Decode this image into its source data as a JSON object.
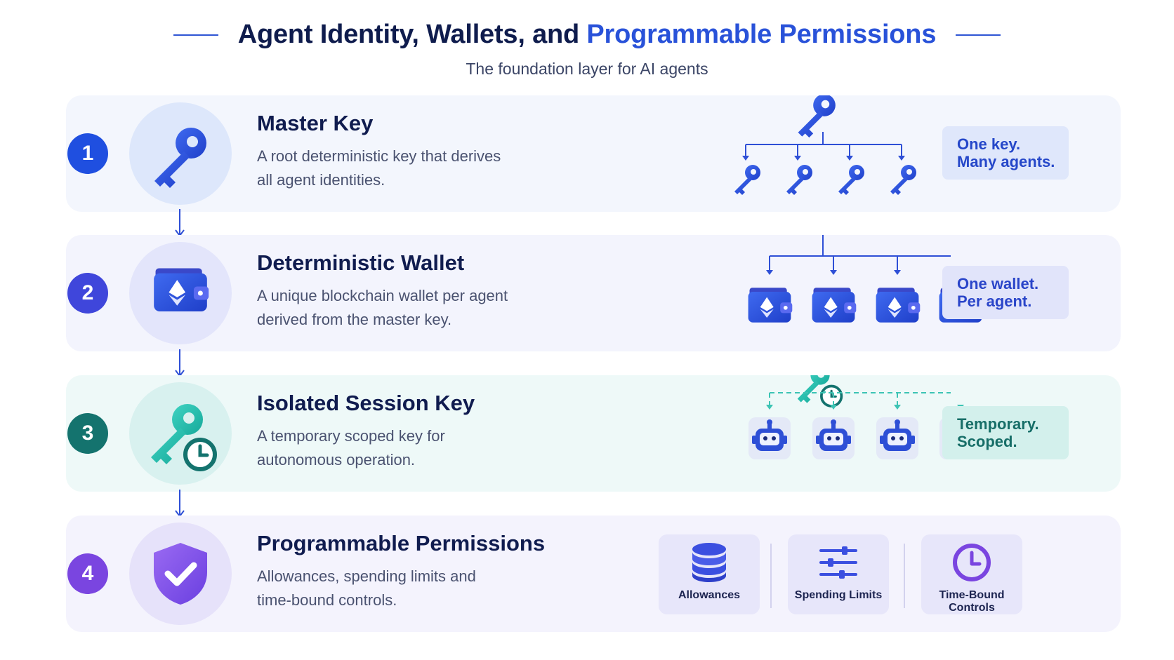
{
  "header": {
    "title_main": "Agent Identity, Wallets, and ",
    "title_accent": "Programmable Permissions",
    "subtitle": "The foundation layer for AI agents"
  },
  "colors": {
    "navy": "#0f1c4d",
    "blue_accent": "#2952d9",
    "teal": "#14736e",
    "purple": "#7a45e0"
  },
  "steps": [
    {
      "number": "1",
      "title": "Master Key",
      "description_1": "A root deterministic key that derives",
      "description_2": "all agent identities.",
      "icon": "key-icon",
      "tag_1": "One key.",
      "tag_2": "Many agents."
    },
    {
      "number": "2",
      "title": "Deterministic Wallet",
      "description_1": "A unique blockchain wallet per agent",
      "description_2": "derived from the master key.",
      "icon": "wallet-icon",
      "tag_1": "One wallet.",
      "tag_2": "Per agent."
    },
    {
      "number": "3",
      "title": "Isolated Session Key",
      "description_1": "A temporary scoped key for",
      "description_2": "autonomous operation.",
      "icon": "session-key-icon",
      "tag_1": "Temporary.",
      "tag_2": "Scoped."
    },
    {
      "number": "4",
      "title": "Programmable Permissions",
      "description_1": "Allowances, spending limits and",
      "description_2": "time-bound controls.",
      "icon": "shield-check-icon",
      "permissions": [
        {
          "label": "Allowances",
          "icon": "database-stack-icon"
        },
        {
          "label": "Spending Limits",
          "icon": "sliders-icon"
        },
        {
          "label_1": "Time-Bound",
          "label_2": "Controls",
          "icon": "clock-icon"
        }
      ]
    }
  ]
}
